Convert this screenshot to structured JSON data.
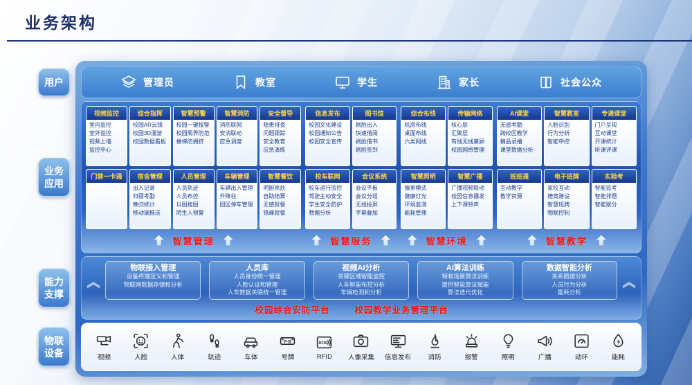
{
  "page": {
    "title": "业务架构"
  },
  "rows": {
    "users": {
      "label": "用户",
      "items": [
        {
          "icon": "layers-icon",
          "label": "管理员"
        },
        {
          "icon": "bookmark-icon",
          "label": "教室"
        },
        {
          "icon": "monitor-icon",
          "label": "学生"
        },
        {
          "icon": "building-icon",
          "label": "家长"
        },
        {
          "icon": "book-icon",
          "label": "社会公众"
        }
      ]
    },
    "business": {
      "label": "业务应用",
      "zones": [
        {
          "category": "智慧管理",
          "row1": [
            {
              "title": "视频监控",
              "items": [
                "室内监控",
                "室外监控",
                "视频上墙",
                "监控中心"
              ]
            },
            {
              "title": "综合指挥",
              "items": [
                "校园AR云镜",
                "校园3D漫游",
                "校园数据看板"
              ]
            },
            {
              "title": "智慧预警",
              "items": [
                "校园一键报警",
                "校园周界防范",
                "楼梯防拥挤"
              ]
            },
            {
              "title": "智慧消防",
              "items": [
                "消防联网",
                "安消联动",
                "应急调度"
              ]
            },
            {
              "title": "安全督导",
              "items": [
                "隐患排查",
                "问题跟踪",
                "安全教育",
                "应急演练"
              ]
            }
          ],
          "row2": [
            {
              "title": "门禁一卡通",
              "items": []
            },
            {
              "title": "宿舍管理",
              "items": [
                "出入记录",
                "归寝考勤",
                "晚归统计",
                "移动端推送"
              ]
            },
            {
              "title": "人员管理",
              "items": [
                "人员轨迹",
                "人员布控",
                "以图搜图",
                "陌生人预警"
              ]
            },
            {
              "title": "车辆管理",
              "items": [
                "车辆出入管理",
                "升降柱",
                "园区停车管理"
              ]
            },
            {
              "title": "智慧餐饮",
              "items": [
                "明厨亮灶",
                "自助结算",
                "无感就餐",
                "错峰就餐"
              ]
            }
          ]
        },
        {
          "category": "智慧服务",
          "row1": [
            {
              "title": "信息发布",
              "items": [
                "校园文化建设",
                "校园通知公告",
                "校园安全宣传"
              ]
            },
            {
              "title": "图书馆",
              "items": [
                "刷脸出入",
                "快速借阅",
                "刷脸借书",
                "刷脸签到"
              ]
            }
          ],
          "row2": [
            {
              "title": "校车联网",
              "items": [
                "校车运行监控",
                "驾驶主动安全",
                "学生安全防护",
                "数据分析"
              ]
            },
            {
              "title": "会议系统",
              "items": [
                "会议平板",
                "会议分组",
                "无线投屏",
                "字幕叠加"
              ]
            }
          ]
        },
        {
          "category": "智慧环境",
          "row1": [
            {
              "title": "综合布线",
              "items": [
                "机房布线",
                "桌面布线",
                "六类网线"
              ]
            },
            {
              "title": "传输网络",
              "items": [
                "核心层",
                "汇聚层",
                "有线无线兼顾",
                "校园网络管理"
              ]
            }
          ],
          "row2": [
            {
              "title": "智慧照明",
              "items": [
                "情景模式",
                "健康灯光",
                "环境监测",
                "能耗管理"
              ]
            },
            {
              "title": "智慧广播",
              "items": [
                "广播视频联动",
                "校园信息播发",
                "上下课铃声"
              ]
            }
          ]
        },
        {
          "category": "智慧教学",
          "row1": [
            {
              "title": "AI课堂",
              "items": [
                "无感考勤",
                "跨校区教学",
                "精品录播",
                "课堂数据分析"
              ]
            },
            {
              "title": "智慧教室",
              "items": [
                "人脸识别",
                "行为分析",
                "智能中控"
              ]
            },
            {
              "title": "专递课堂",
              "items": [
                "门户呈现",
                "互动课堂",
                "开课统计",
                "听课评课"
              ]
            }
          ],
          "row2": [
            {
              "title": "班班通",
              "items": [
                "互动教学",
                "教学资源"
              ]
            },
            {
              "title": "电子班牌",
              "items": [
                "家校互动",
                "德育建设",
                "智慧班牌",
                "物联控制"
              ]
            },
            {
              "title": "实验考",
              "items": [
                "智能监考",
                "智能排题",
                "智能赋分"
              ]
            }
          ]
        }
      ]
    },
    "capability": {
      "label": "能力支撑",
      "groups": [
        {
          "title": "物联接入管理",
          "items": [
            "设备终端定义和管理",
            "物联网数据存储和分析"
          ]
        },
        {
          "title": "人员库",
          "items": [
            "人员身份统一管理",
            "人脸认证和管理",
            "人车数据关联统一管理"
          ]
        },
        {
          "title": "视频AI分析",
          "items": [
            "关键区域智能监控",
            "人车智能布控分析",
            "车辆检测和分析"
          ]
        },
        {
          "title": "AI算法训练",
          "items": [
            "特有场景算法训练",
            "提供智能算法赋能",
            "算法迭代优化"
          ]
        },
        {
          "title": "数据智能分析",
          "items": [
            "关系图谱分析",
            "人员行为分析",
            "能耗分析"
          ]
        }
      ],
      "platforms": [
        "校园综合安防平台",
        "校园教学业务管理平台"
      ]
    },
    "devices": {
      "label": "物联设备",
      "items": [
        {
          "icon": "cctv-camera-icon",
          "label": "视频"
        },
        {
          "icon": "face-icon",
          "label": "人脸"
        },
        {
          "icon": "walking-person-icon",
          "label": "人体"
        },
        {
          "icon": "footprints-icon",
          "label": "轨迹"
        },
        {
          "icon": "car-icon",
          "label": "车体"
        },
        {
          "icon": "license-plate-icon",
          "label": "号牌"
        },
        {
          "icon": "rfid-tag-icon",
          "label": "RFID"
        },
        {
          "icon": "photo-camera-icon",
          "label": "人像采集"
        },
        {
          "icon": "display-screen-icon",
          "label": "信息发布"
        },
        {
          "icon": "fire-icon",
          "label": "消防"
        },
        {
          "icon": "siren-icon",
          "label": "报警"
        },
        {
          "icon": "light-bulb-icon",
          "label": "照明"
        },
        {
          "icon": "megaphone-icon",
          "label": "广播"
        },
        {
          "icon": "gauge-icon",
          "label": "动环"
        },
        {
          "icon": "water-drop-icon",
          "label": "能耗"
        }
      ]
    }
  }
}
